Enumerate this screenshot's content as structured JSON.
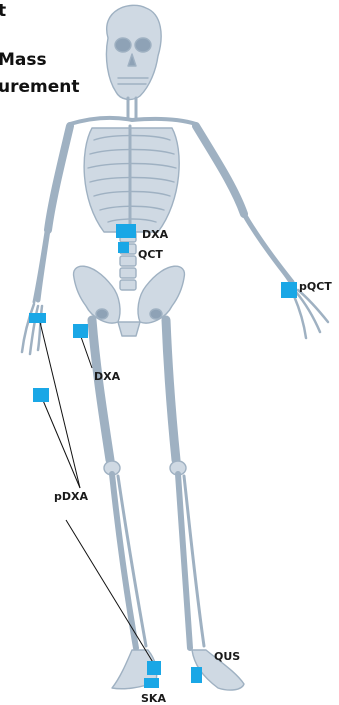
{
  "title": {
    "line1": "t",
    "line2": "Mass",
    "line3": "urement"
  },
  "marker_color": "#1aa7e6",
  "skeleton_color": "#cfd9e3",
  "skeleton_stroke": "#9fb1c2",
  "labels": {
    "dxa_spine": "DXA",
    "qct": "QCT",
    "pqct": "pQCT",
    "dxa_hip": "DXA",
    "pdxa": "pDXA",
    "qus": "QUS",
    "ska": "SKA"
  }
}
